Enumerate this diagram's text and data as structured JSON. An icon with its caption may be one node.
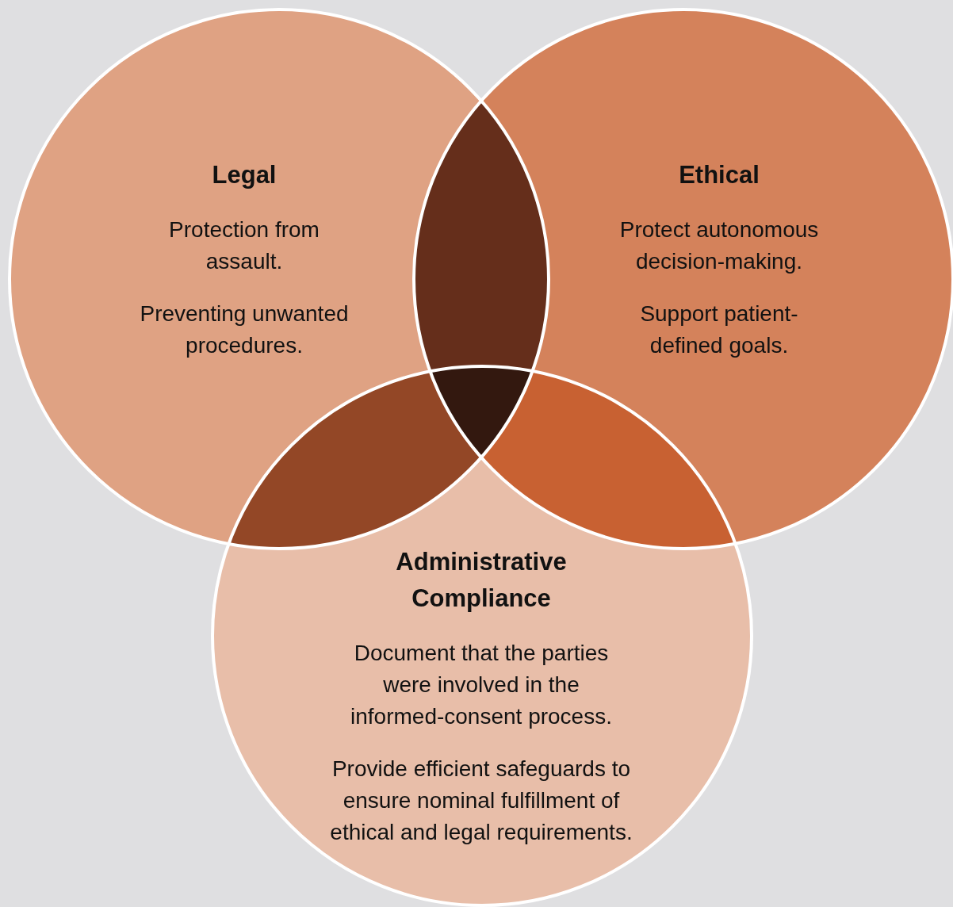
{
  "diagram": {
    "nodes": [
      {
        "text": [
          "Legal",
          "Protection from assault.",
          "Preventing unwanted procedures."
        ]
      },
      {
        "text": [
          "Ethical",
          "Protect autonomous decision-making.",
          "Support patient-defined goals."
        ]
      },
      {
        "text": [
          "Administrative Compliance",
          "Document that the parties were involved in the informed-consent process.",
          "Provide efficient safeguards to ensure nominal fulfillment of ethical and legal requirements."
        ]
      }
    ]
  }
}
